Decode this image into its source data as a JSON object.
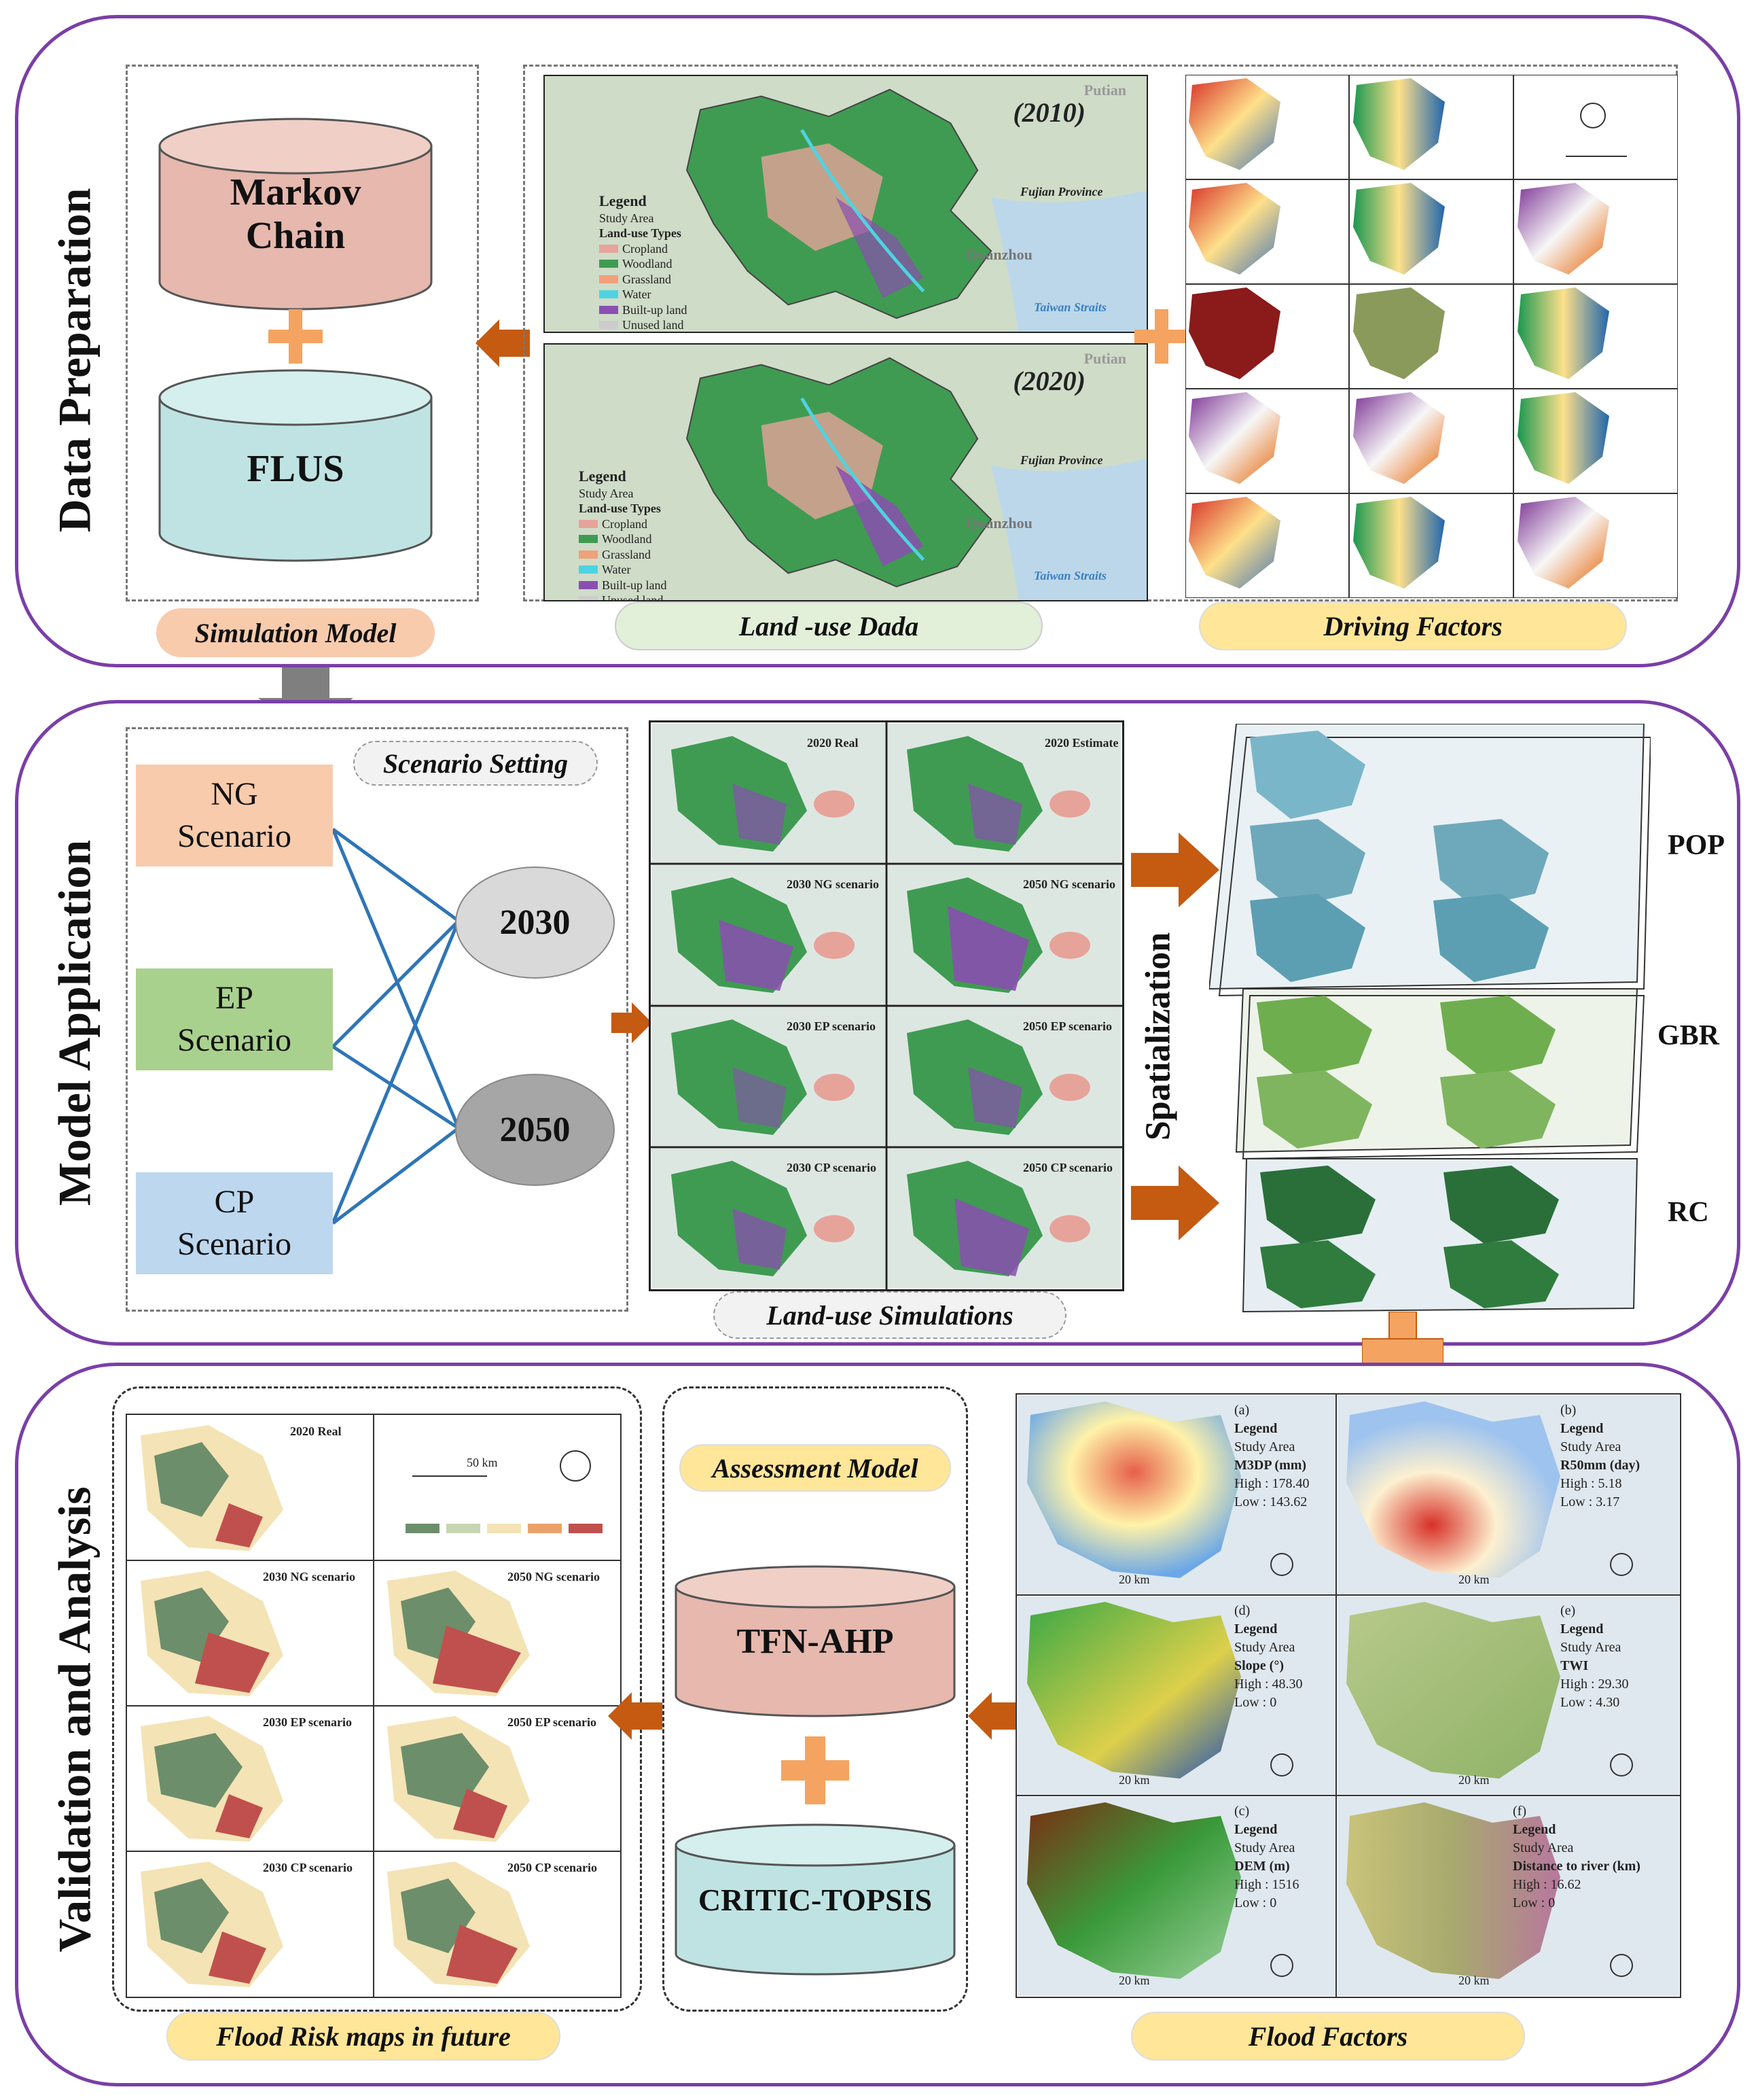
{
  "sections": {
    "data_preparation": "Data Preparation",
    "model_application": "Model Application",
    "validation": "Validation and Analysis"
  },
  "data_prep": {
    "markov": "Markov Chain",
    "flus": "FLUS",
    "simulation_model": "Simulation Model",
    "land_use_data": "Land -use Dada",
    "driving_factors": "Driving Factors",
    "map_2010": "(2010)",
    "map_2020": "(2020)",
    "putian": "Putian",
    "quanzhou": "Quanzhou",
    "fujian": "Fujian Province",
    "taiwan": "Taiwan Straits",
    "legend": {
      "title": "Legend",
      "study_area": "Study Area",
      "types_title": "Land-use Types",
      "types": [
        "Cropland",
        "Woodland",
        "Grassland",
        "Water",
        "Built-up land",
        "Unused land"
      ]
    }
  },
  "model_app": {
    "scenario_setting": "Scenario Setting",
    "scenarios": [
      {
        "line1": "NG",
        "line2": "Scenario"
      },
      {
        "line1": "EP",
        "line2": "Scenario"
      },
      {
        "line1": "CP",
        "line2": "Scenario"
      }
    ],
    "years": [
      "2030",
      "2050"
    ],
    "land_use_simulations": "Land-use Simulations",
    "sim_titles": [
      "2020 Real",
      "2020 Estimate",
      "2030 NG scenario",
      "2050 NG scenario",
      "2030 EP scenario",
      "2050 EP scenario",
      "2030 CP scenario",
      "2050 CP scenario"
    ],
    "spatialization": "Spatialization",
    "stack_labels": [
      "POP",
      "GBR",
      "RC"
    ]
  },
  "validation": {
    "assessment_model": "Assessment Model",
    "tfn_ahp": "TFN-AHP",
    "critic_topsis": "CRITIC-TOPSIS",
    "flood_risk_maps": "Flood Risk maps in future",
    "flood_factors": "Flood Factors",
    "risk_titles": [
      "2020 Real",
      "2030 NG scenario",
      "2050 NG scenario",
      "2030 EP scenario",
      "2050 EP scenario",
      "2030 CP scenario",
      "2050 CP scenario"
    ],
    "risk_scale": "50 km",
    "factors": [
      {
        "label": "(a)",
        "var": "M3DP (mm)",
        "high": "High : 178.40",
        "low": "Low : 143.62"
      },
      {
        "label": "(b)",
        "var": "R50mm (day)",
        "high": "High : 5.18",
        "low": "Low : 3.17"
      },
      {
        "label": "(d)",
        "var": "Slope (°)",
        "high": "High : 48.30",
        "low": "Low : 0"
      },
      {
        "label": "(e)",
        "var": "TWI",
        "high": "High : 29.30",
        "low": "Low : 4.30"
      },
      {
        "label": "(c)",
        "var": "DEM (m)",
        "high": "High : 1516",
        "low": "Low : 0"
      },
      {
        "label": "(f)",
        "var": "Distance to river (km)",
        "high": "High : 16.62",
        "low": "Low : 0"
      }
    ],
    "factor_legend": "Legend",
    "factor_study_area": "Study Area",
    "factor_scale": "20 km"
  },
  "colors": {
    "panel_border": "#7a3fa6",
    "arrow_orange": "#c55a11",
    "plus_orange": "#f4a460",
    "markov_fill": "#e6b8ae",
    "flus_fill": "#bfe3e3",
    "ng_fill": "#f8cbad",
    "ep_fill": "#a9d18e",
    "cp_fill": "#bdd7ee",
    "line_blue": "#2e75b6"
  }
}
